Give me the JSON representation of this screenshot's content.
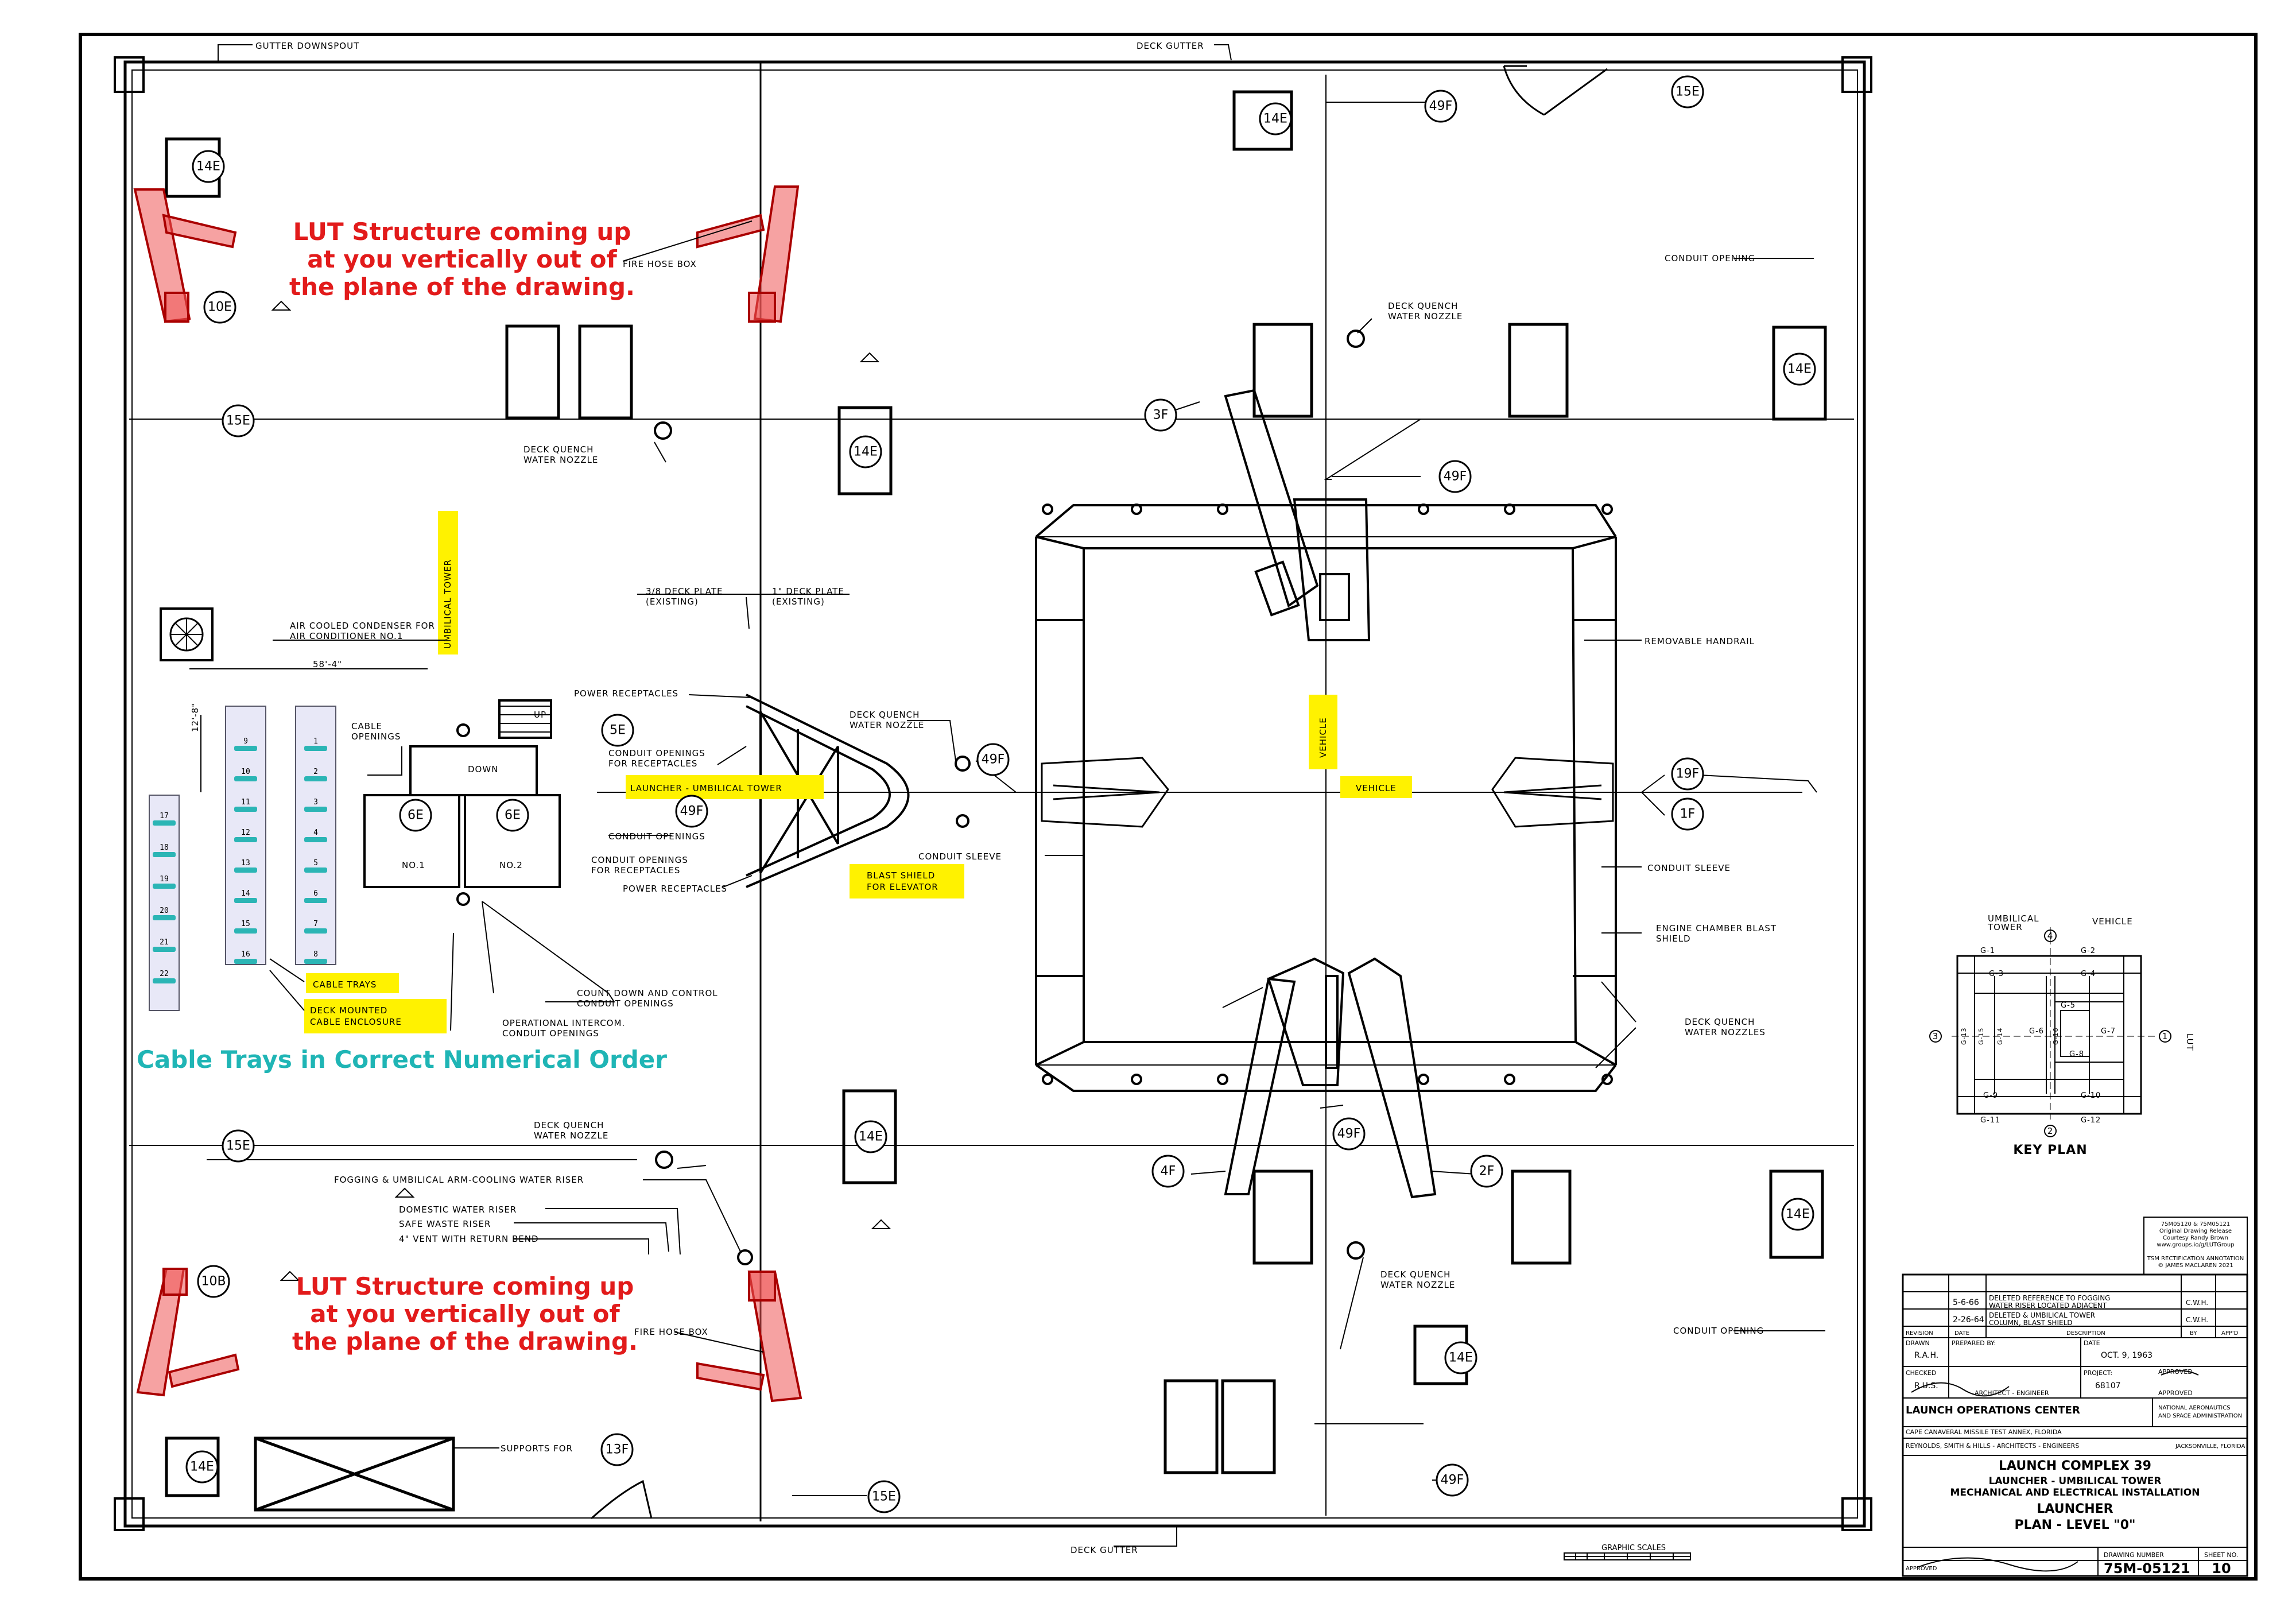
{
  "annotations": {
    "lut_structure_top": [
      "LUT Structure coming up",
      "at you vertically out of",
      "the plane of the drawing."
    ],
    "lut_structure_bottom": [
      "LUT Structure coming up",
      "at you vertically out of",
      "the plane of the drawing."
    ],
    "cable_trays_order": "Cable Trays in Correct Numerical Order"
  },
  "labels": {
    "gutter_downspout": "GUTTER DOWNSPOUT",
    "deck_gutter_top": "DECK GUTTER",
    "deck_gutter_bottom": "DECK GUTTER",
    "fire_hose_box_top": "FIRE HOSE BOX",
    "fire_hose_box_bottom": "FIRE HOSE BOX",
    "conduit_opening_top": "CONDUIT OPENING",
    "conduit_opening_bottom": "CONDUIT OPENING",
    "deck_quench_1": [
      "DECK QUENCH",
      "WATER NOZZLE"
    ],
    "deck_quench_2": [
      "DECK QUENCH",
      "WATER NOZZLE"
    ],
    "deck_quench_3": [
      "DECK QUENCH",
      "WATER NOZZLE"
    ],
    "deck_quench_4": [
      "DECK QUENCH",
      "WATER NOZZLE"
    ],
    "deck_quench_5": [
      "DECK QUENCH",
      "WATER NOZZLE"
    ],
    "deck_quench_nozzles": [
      "DECK QUENCH",
      "WATER NOZZLES"
    ],
    "umbilical_tower": "UMBILICAL TOWER",
    "air_cooled": [
      "AIR COOLED CONDENSER FOR",
      "AIR CONDITIONER NO.1"
    ],
    "dim_58": "58'-4\"",
    "dim_12": "12'-8\"",
    "deck_plate_3_8": [
      "3/8 DECK PLATE",
      "(EXISTING)"
    ],
    "deck_plate_1": [
      "1\" DECK PLATE",
      "(EXISTING)"
    ],
    "power_receptacles_top": "POWER RECEPTACLES",
    "power_receptacles_bottom": "POWER RECEPTACLES",
    "cable_openings": [
      "CABLE",
      "OPENINGS"
    ],
    "conduit_openings_recept_1": [
      "CONDUIT OPENINGS",
      "FOR RECEPTACLES"
    ],
    "conduit_openings_recept_2": [
      "CONDUIT OPENINGS",
      "FOR RECEPTACLES"
    ],
    "conduit_openings": "CONDUIT OPENINGS",
    "launcher_umbilical_tower": "LAUNCHER - UMBILICAL TOWER",
    "blast_shield_elevator": [
      "BLAST SHIELD",
      "FOR ELEVATOR"
    ],
    "conduit_sleeve_left": "CONDUIT SLEEVE",
    "conduit_sleeve_right": "CONDUIT SLEEVE",
    "vehicle_vertical": "VEHICLE",
    "vehicle": "VEHICLE",
    "removable_handrail": "REMOVABLE HANDRAIL",
    "engine_chamber_blast": [
      "ENGINE CHAMBER BLAST",
      "SHIELD"
    ],
    "cable_trays": "CABLE TRAYS",
    "deck_mounted_cable": [
      "DECK MOUNTED",
      "CABLE ENCLOSURE"
    ],
    "operational_intercom": [
      "OPERATIONAL INTERCOM.",
      "CONDUIT OPENINGS"
    ],
    "count_down_control": [
      "COUNT DOWN AND CONTROL",
      "CONDUIT OPENINGS"
    ],
    "fogging_riser": "FOGGING & UMBILICAL ARM-COOLING WATER RISER",
    "domestic_water": "DOMESTIC WATER RISER",
    "safe_waste": "SAFE WASTE RISER",
    "vent_return": "4\" VENT WITH RETURN BEND",
    "supports_for": "SUPPORTS FOR",
    "down": "DOWN",
    "up": "UP",
    "no1": "NO.1",
    "no2": "NO.2"
  },
  "bubbles": {
    "b14e": "14E",
    "b10e": "10E",
    "b10b": "10B",
    "b15e": "15E",
    "b49f": "49F",
    "b3f": "3F",
    "b4f": "4F",
    "b2f": "2F",
    "b19f": "19F",
    "b1f": "1F",
    "b5e": "5E",
    "b6e": "6E",
    "b13f": "13F"
  },
  "trays_left": [
    "17",
    "18",
    "19",
    "20",
    "21",
    "22"
  ],
  "trays_mid": [
    "9",
    "10",
    "11",
    "12",
    "13",
    "14",
    "15",
    "16"
  ],
  "trays_right": [
    "1",
    "2",
    "3",
    "4",
    "5",
    "6",
    "7",
    "8"
  ],
  "key_plan": {
    "title": "KEY PLAN",
    "umbilical_tower": [
      "UMBILICAL",
      "TOWER"
    ],
    "vehicle": "VEHICLE",
    "lut": "LUT",
    "n1": "1",
    "n2": "2",
    "n3": "3",
    "n4": "4",
    "g1": "G-1",
    "g2": "G-2",
    "g3": "G-3",
    "g4": "G-4",
    "g5": "G-5",
    "g6": "G-6",
    "g7": "G-7",
    "g8": "G-8",
    "g9": "G-9",
    "g10": "G-10",
    "g11": "G-11",
    "g12": "G-12",
    "g13": "G-13",
    "g14": "G-14",
    "g15": "G-15",
    "g16": "G-16"
  },
  "stamp": [
    "75M05120 & 75M05121",
    "Original Drawing Release",
    "Courtesy Randy Brown",
    "www.groups.io/g/LUTGroup",
    "",
    "TSM RECTIFICATION ANNOTATION",
    "© JAMES MACLAREN 2021"
  ],
  "title_block": {
    "rev1_date": "5-6-66",
    "rev1_desc": [
      "DELETED REFERENCE TO FOGGING",
      "WATER RISER LOCATED ADJACENT"
    ],
    "rev1_by": "C.W.H.",
    "rev2_date": "2-26-64",
    "rev2_desc": [
      "DELETED & UMBILICAL TOWER",
      "COLUMN, BLAST SHIELD"
    ],
    "rev2_by": "C.W.H.",
    "revision": "REVISION",
    "date": "DATE",
    "description": "DESCRIPTION",
    "by": "BY",
    "appd": "APP'D",
    "drawn": "DRAWN",
    "drawn_val": "R.A.H.",
    "prepared_by": "PREPARED BY:",
    "date_label": "DATE",
    "date_val": "OCT. 9, 1963",
    "approved_1": "APPROVED",
    "checked": "CHECKED",
    "checked_val": "R.U.S.",
    "architect": "ARCHITECT - ENGINEER",
    "project": "PROJECT:",
    "project_val": "68107",
    "approved_2": "APPROVED",
    "org1": "LAUNCH OPERATIONS CENTER",
    "org1_side": [
      "NATIONAL AERONAUTICS",
      "AND SPACE ADMINISTRATION"
    ],
    "org2": "CAPE CANAVERAL MISSILE TEST ANNEX, FLORIDA",
    "org3": "REYNOLDS, SMITH & HILLS - ARCHITECTS - ENGINEERS",
    "org3_side": "JACKSONVILLE, FLORIDA",
    "t1": "LAUNCH COMPLEX 39",
    "t2": "LAUNCHER - UMBILICAL TOWER",
    "t3": "MECHANICAL AND ELECTRICAL INSTALLATION",
    "t4": "LAUNCHER",
    "t5": "PLAN - LEVEL \"0\"",
    "approved_3": "APPROVED",
    "drawing_number_label": "DRAWING NUMBER",
    "drawing_number": "75M-05121",
    "sheet_label": "SHEET NO.",
    "sheet": "10"
  },
  "graphic_scales": "GRAPHIC SCALES"
}
